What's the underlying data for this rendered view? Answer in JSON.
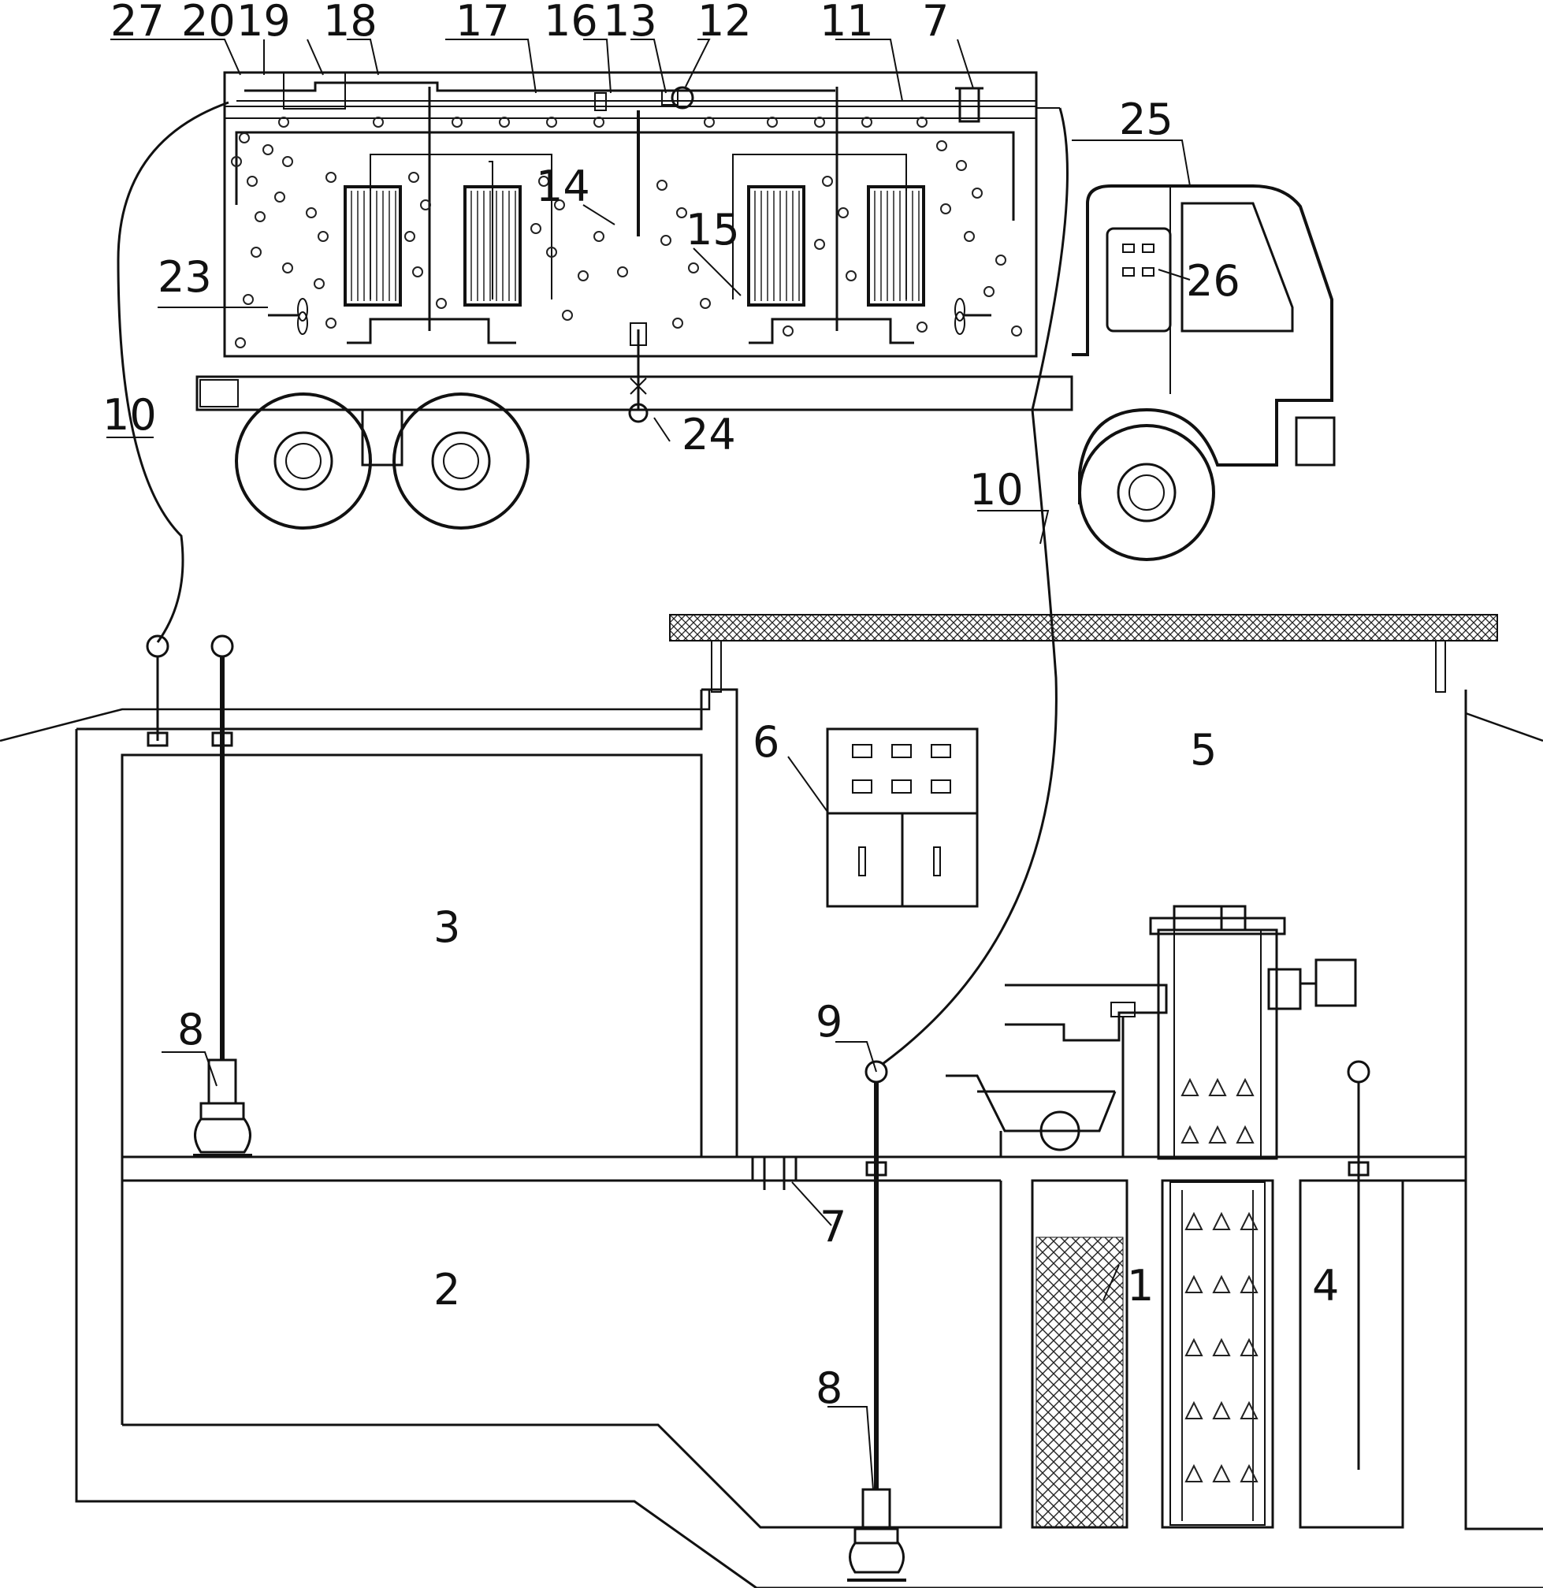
{
  "labels": {
    "l27": "27",
    "l20": "20",
    "l19": "19",
    "l18": "18",
    "l17": "17",
    "l16": "16",
    "l13": "13",
    "l12": "12",
    "l11": "11",
    "l7top": "7",
    "l25": "25",
    "l14": "14",
    "l15": "15",
    "l26": "26",
    "l23": "23",
    "l24": "24",
    "l10left": "10",
    "l10right": "10",
    "l6": "6",
    "l5": "5",
    "l3": "3",
    "l8left": "8",
    "l9": "9",
    "l7mid": "7",
    "l2": "2",
    "l1": "1",
    "l4": "4",
    "l8bottom": "8"
  }
}
